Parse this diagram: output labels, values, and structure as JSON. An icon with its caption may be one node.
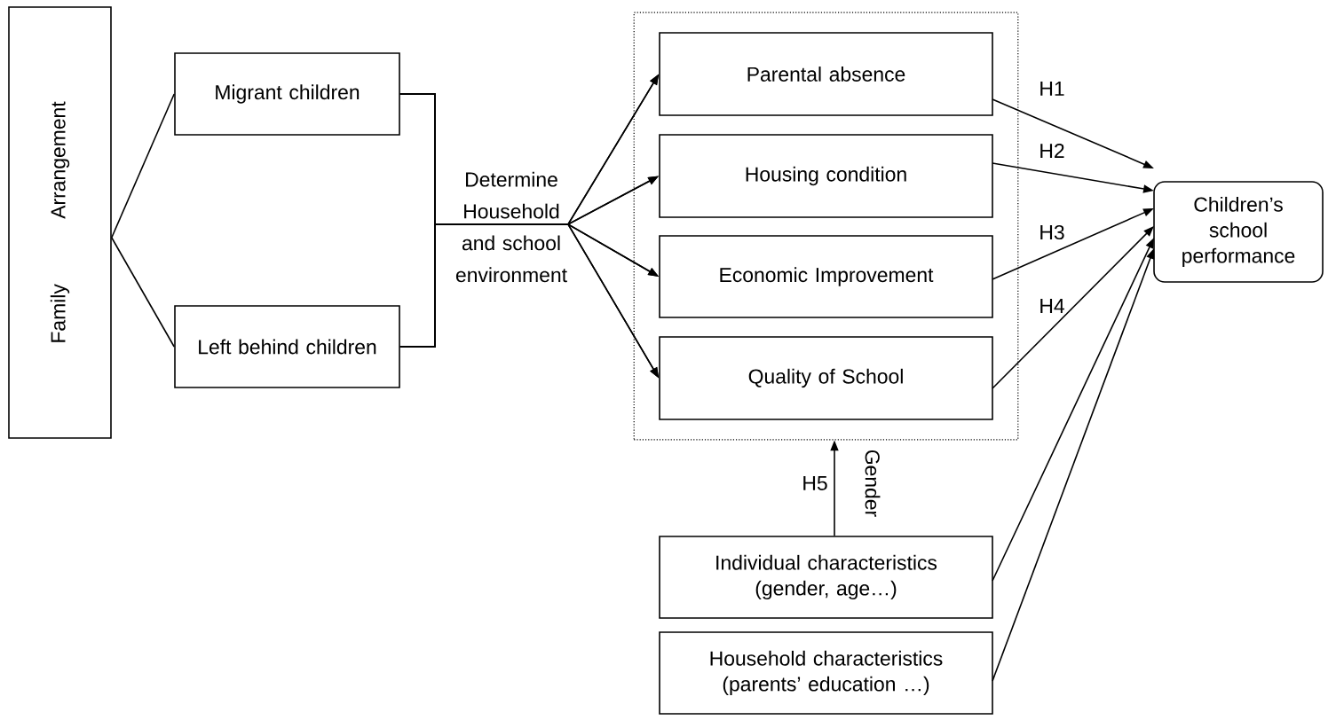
{
  "diagram": {
    "nodes": [
      {
        "text": [
          "Family Arrangement"
        ]
      },
      {
        "text": [
          "Migrant children"
        ]
      },
      {
        "text": [
          "Left behind children"
        ]
      },
      {
        "text": [],
        "shape": "box"
      },
      {
        "text": [
          "Parental absence"
        ],
        "in": 3
      },
      {
        "text": [
          "Housing condition"
        ],
        "in": 3
      },
      {
        "text": [
          "Economic Improvement"
        ],
        "in": 3
      },
      {
        "text": [
          "Quality of School"
        ],
        "in": 3
      },
      {
        "text": [
          "Children’s school performance"
        ]
      },
      {
        "text": [
          "Individual characteristics (gender, age…)"
        ]
      },
      {
        "text": [
          "Household characteristics (parents’ education …)"
        ]
      }
    ],
    "edges": [
      {
        "from": 0,
        "to": 1,
        "arrow": "none"
      },
      {
        "from": 0,
        "to": 2,
        "arrow": "none"
      },
      {
        "from": 1,
        "to": 4,
        "arrow": "to"
      },
      {
        "from": 1,
        "to": 5,
        "arrow": "to"
      },
      {
        "from": 1,
        "to": 6,
        "arrow": "to"
      },
      {
        "from": 1,
        "to": 7,
        "arrow": "to"
      },
      {
        "from": 2,
        "to": 4,
        "arrow": "to"
      },
      {
        "from": 2,
        "to": 5,
        "arrow": "to"
      },
      {
        "from": 2,
        "to": 6,
        "arrow": "to"
      },
      {
        "from": 2,
        "to": 7,
        "arrow": "to"
      },
      {
        "from": 4,
        "to": 8,
        "arrow": "to",
        "label": "H1"
      },
      {
        "from": 5,
        "to": 8,
        "arrow": "to",
        "label": "H2"
      },
      {
        "from": 6,
        "to": 8,
        "arrow": "to",
        "label": "H3"
      },
      {
        "from": 7,
        "to": 8,
        "arrow": "to",
        "label": "H4"
      },
      {
        "from": 9,
        "to": 3,
        "arrow": "to",
        "label": "H5"
      },
      {
        "from": 9,
        "to": 8,
        "arrow": "to"
      },
      {
        "from": 10,
        "to": 8,
        "arrow": "to"
      }
    ],
    "labels": [
      "Determine Household and school environment",
      "Gender"
    ]
  }
}
